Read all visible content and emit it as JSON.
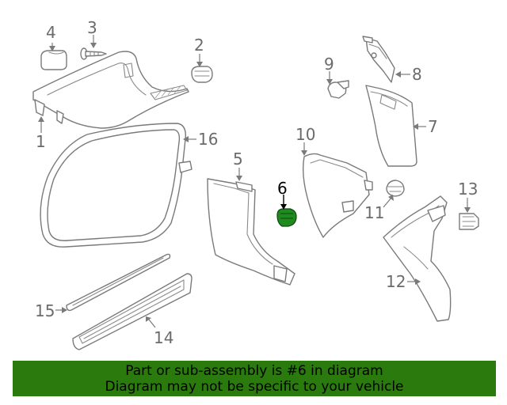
{
  "callouts": {
    "c1": "1",
    "c2": "2",
    "c3": "3",
    "c4": "4",
    "c5": "5",
    "c6": "6",
    "c7": "7",
    "c8": "8",
    "c9": "9",
    "c10": "10",
    "c11": "11",
    "c12": "12",
    "c13": "13",
    "c14": "14",
    "c15": "15",
    "c16": "16"
  },
  "highlight": {
    "part_number": "6",
    "color": "#1f8a1f"
  },
  "banner": {
    "line1": "Part or sub-assembly is #6 in diagram",
    "line2": "Diagram may not be specific to your vehicle",
    "background": "#2a7a0e"
  }
}
